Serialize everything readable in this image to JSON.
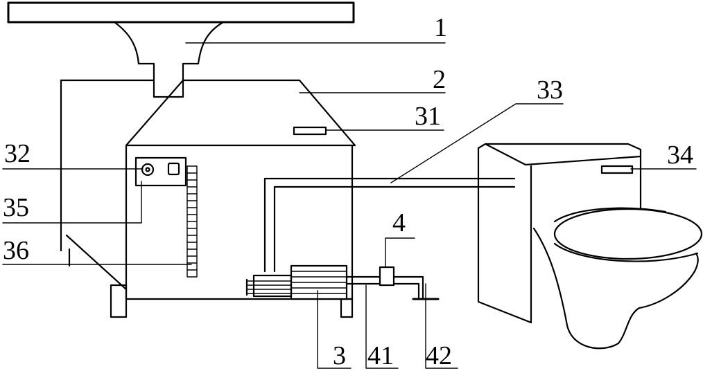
{
  "labels": {
    "l1": "1",
    "l2": "2",
    "l31": "31",
    "l33": "33",
    "l32": "32",
    "l34": "34",
    "l35": "35",
    "l36": "36",
    "l4": "4",
    "l3": "3",
    "l41": "41",
    "l42": "42"
  },
  "colors": {
    "line": "#000000",
    "background": "#ffffff"
  }
}
